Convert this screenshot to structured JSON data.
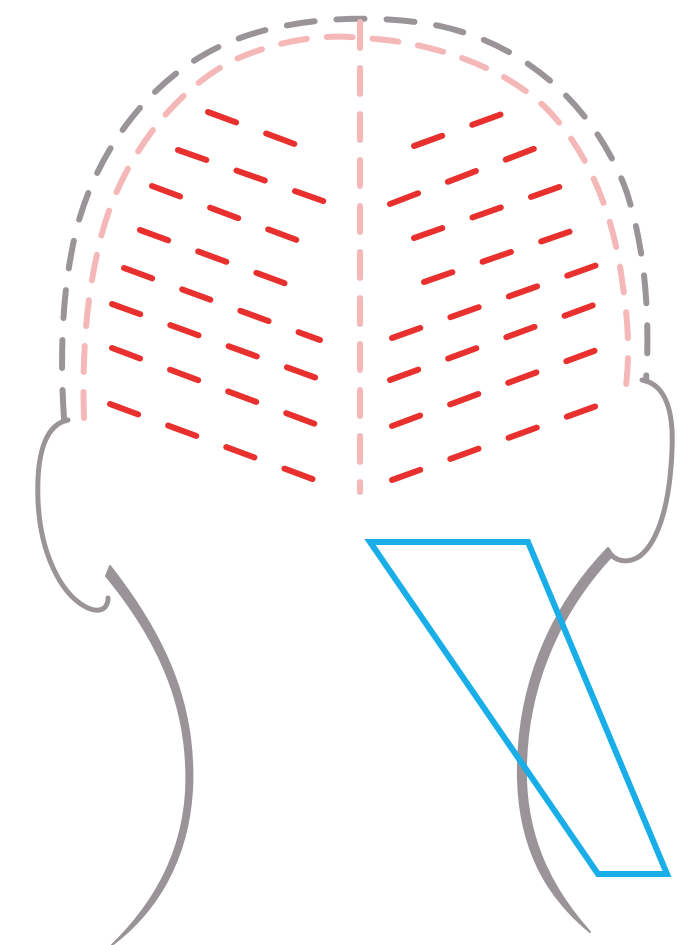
{
  "diagram": {
    "colors": {
      "background": "#ffffff",
      "head_outline": "#9a9499",
      "inner_guide": "#f4b8b8",
      "parting_lines": "#e8312f",
      "section_triangle": "#1aaee8"
    },
    "parts": [
      "head-outline-dashed",
      "inner-hairline-dashed",
      "center-part-line-dashed",
      "left-diagonal-parting-lines",
      "right-diagonal-parting-lines",
      "left-ear",
      "right-ear",
      "left-neck-line",
      "right-neck-line",
      "blue-triangle-section"
    ]
  }
}
